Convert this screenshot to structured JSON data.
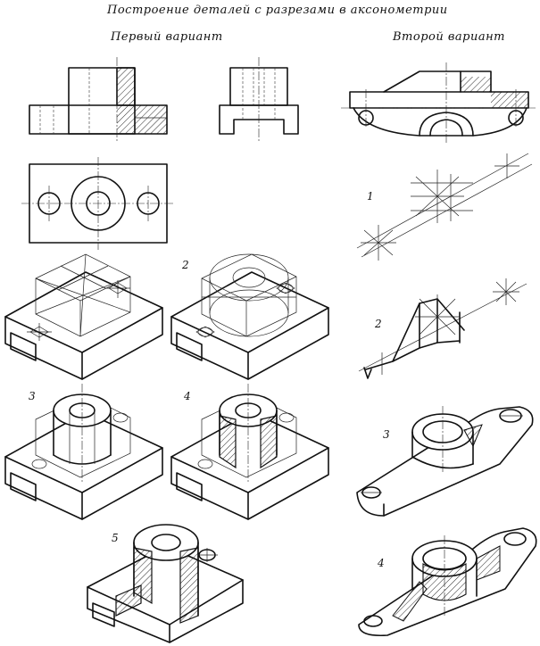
{
  "header": {
    "title": "Построение деталей с разрезами в аксонометрии",
    "variant_1": "Первый вариант",
    "variant_2": "Второй вариант"
  },
  "step_labels": {
    "v1_step2": "2",
    "v1_step3": "3",
    "v1_step4": "4",
    "v1_step5": "5",
    "v2_step1": "1",
    "v2_step2": "2",
    "v2_step3": "3",
    "v2_step4": "4"
  },
  "colors": {
    "ink": "#111111",
    "paper": "#ffffff"
  }
}
